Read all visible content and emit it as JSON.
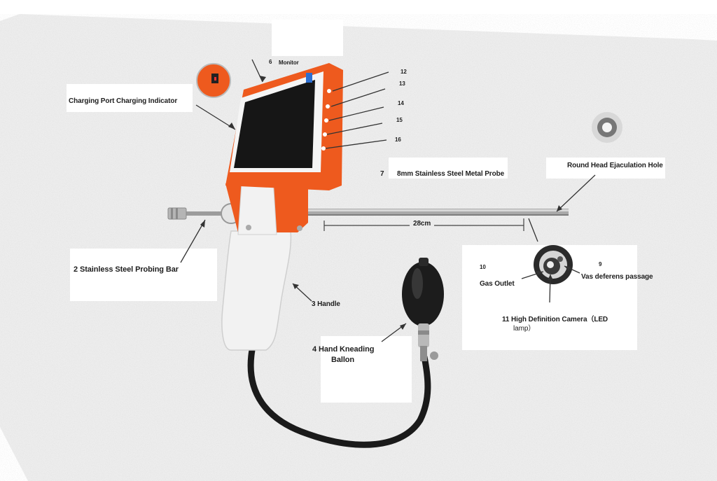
{
  "labels": {
    "monitor_number": "6",
    "monitor": "Monitor",
    "charging": "Charging Port Charging Indicator",
    "n12": "12",
    "n13": "13",
    "n14": "14",
    "n15": "15",
    "n16": "16",
    "probe_number": "7",
    "probe": "8mm Stainless Steel Metal Probe",
    "round_head": "Round Head Ejaculation Hole",
    "length": "28cm",
    "probing_bar": "2 Stainless Steel Probing Bar",
    "handle": "3 Handle",
    "balloon_line1": "4 Hand Kneading",
    "balloon_line2": "Ballon",
    "gas_number": "10",
    "gas": "Gas Outlet",
    "vas_number": "9",
    "vas": "Vas deferens passage",
    "camera_line1": "11 High Definition Camera（LED",
    "camera_line2": "lamp）"
  },
  "colors": {
    "device_orange": "#ee5a1e",
    "screen": "#161616",
    "handle_white": "#f3f3f3",
    "metal": "#a9a9a9",
    "bulb_black": "#1c1c1c"
  }
}
